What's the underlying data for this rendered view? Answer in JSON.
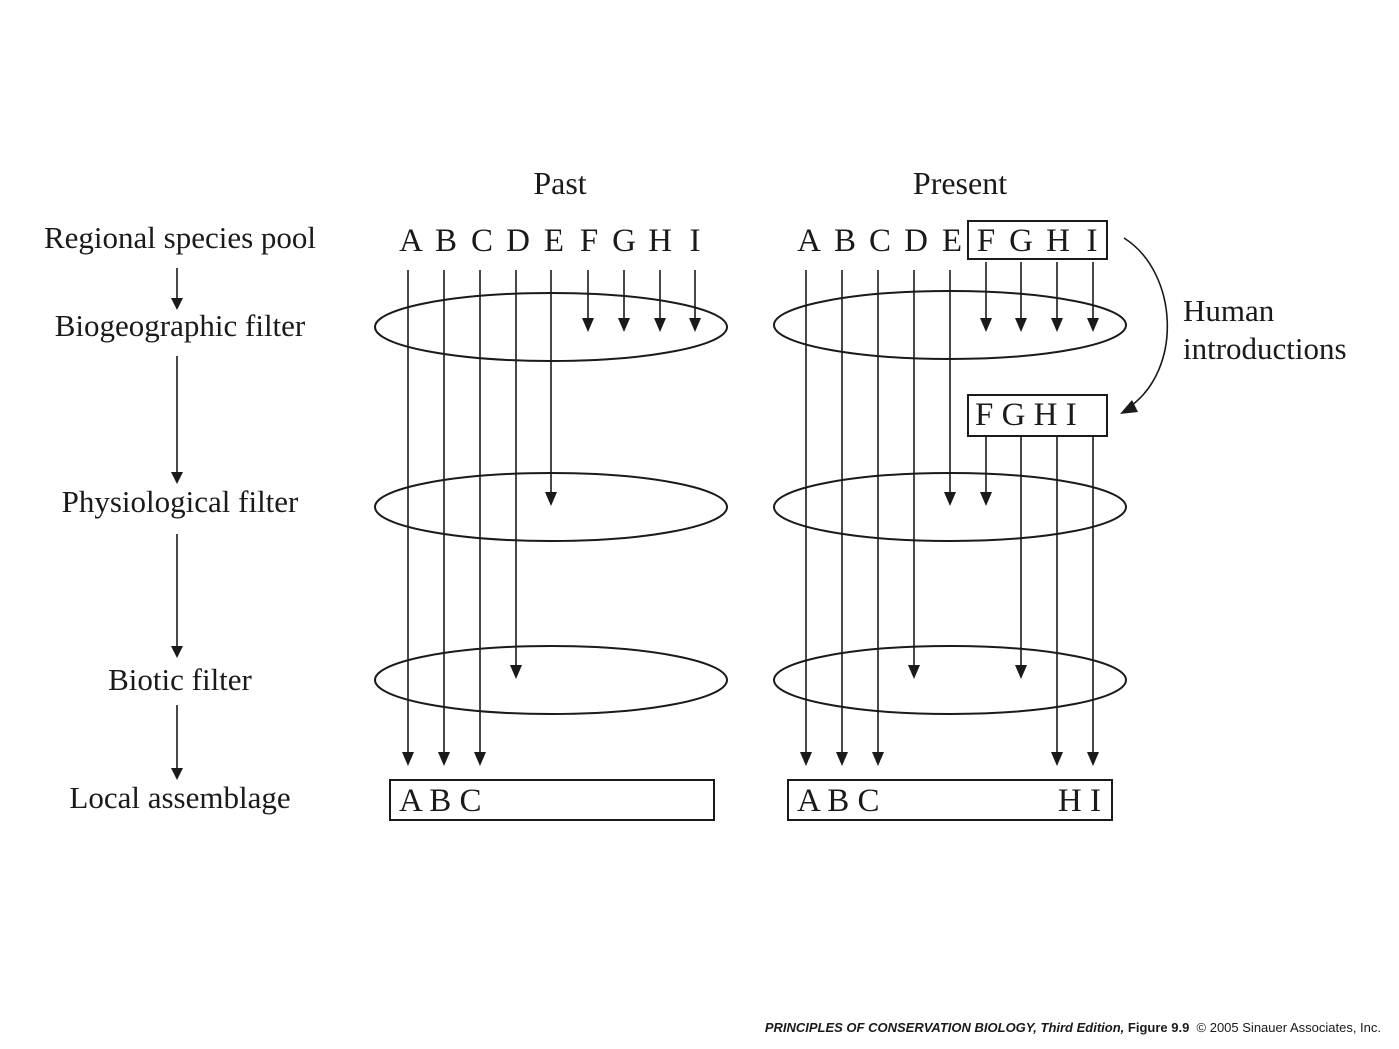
{
  "columns": {
    "past": "Past",
    "present": "Present"
  },
  "stages": [
    "Regional species pool",
    "Biogeographic filter",
    "Physiological filter",
    "Biotic filter",
    "Local assemblage"
  ],
  "species": [
    "A",
    "B",
    "C",
    "D",
    "E",
    "F",
    "G",
    "H",
    "I"
  ],
  "past": {
    "pass_biogeographic": [
      "A",
      "B",
      "C",
      "D",
      "E"
    ],
    "pass_physiological": [
      "A",
      "B",
      "C",
      "D"
    ],
    "pass_biotic": [
      "A",
      "B",
      "C"
    ],
    "local_assemblage": "A B C"
  },
  "present": {
    "pool_native": [
      "A",
      "B",
      "C",
      "D",
      "E"
    ],
    "pool_boxed": [
      "F",
      "G",
      "H",
      "I"
    ],
    "pass_biogeographic": [
      "A",
      "B",
      "C",
      "D",
      "E"
    ],
    "introduced_box": "F G H I",
    "introduction_label": [
      "Human",
      "introductions"
    ],
    "pass_physiological": [
      "A",
      "B",
      "C",
      "D",
      "G",
      "H",
      "I"
    ],
    "pass_biotic": [
      "A",
      "B",
      "C",
      "H",
      "I"
    ],
    "local_assemblage_left": "A B C",
    "local_assemblage_right": "H I"
  },
  "caption": {
    "book": "PRINCIPLES OF CONSERVATION BIOLOGY,",
    "edition": " Third Edition,",
    "figure": " Figure 9.9",
    "copyright": "  © 2005 Sinauer Associates, Inc."
  }
}
